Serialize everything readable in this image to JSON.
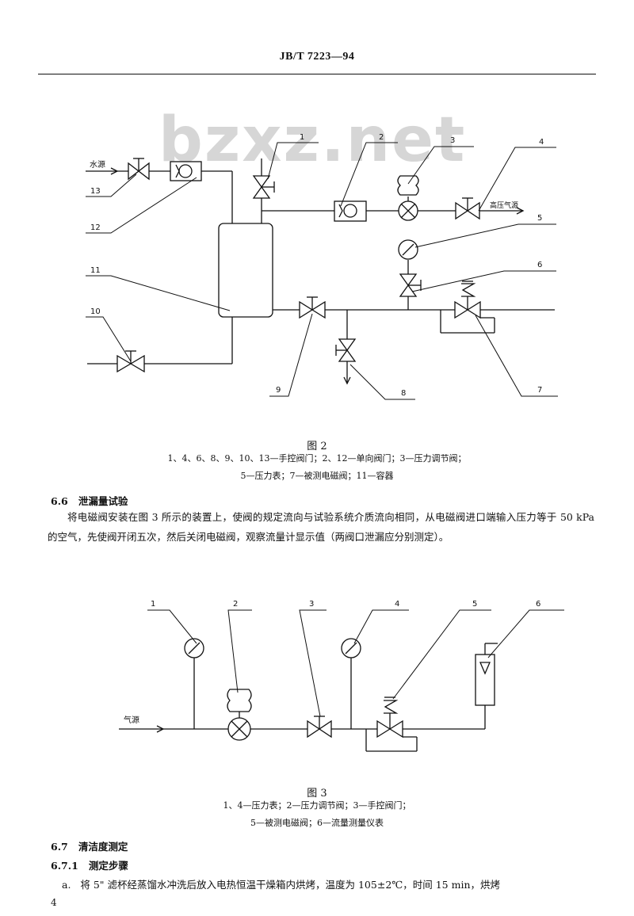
{
  "header": {
    "standard_number": "JB/T 7223—94"
  },
  "watermark": "bzxz.net",
  "figure2": {
    "title": "图 2",
    "legend_line1": "1、4、6、8、9、10、13—手控阀门；2、12—单向阀门；3—压力调节阀；",
    "legend_line2": "5—压力表；7—被测电磁阀；11—容器",
    "labels": {
      "water_source": "水源",
      "high_pressure_gas": "高压气源",
      "n1": "1",
      "n2": "2",
      "n3": "3",
      "n4": "4",
      "n5": "5",
      "n6": "6",
      "n7": "7",
      "n8": "8",
      "n9": "9",
      "n10": "10",
      "n11": "11",
      "n12": "12",
      "n13": "13"
    }
  },
  "section_6_6": {
    "number": "6.6",
    "title": "泄漏量试验",
    "paragraph": "将电磁阀安装在图 3 所示的装置上，使阀的规定流向与试验系统介质流向相同，从电磁阀进口端输入压力等于 50 kPa 的空气，先使阀开闭五次，然后关闭电磁阀，观察流量计显示值（两阀口泄漏应分别测定）。"
  },
  "figure3": {
    "title": "图 3",
    "legend_line1": "1、4—压力表；2—压力调节阀；3—手控阀门；",
    "legend_line2": "5—被测电磁阀；6—流量测量仪表",
    "labels": {
      "gas_source": "气源",
      "n1": "1",
      "n2": "2",
      "n3": "3",
      "n4": "4",
      "n5": "5",
      "n6": "6"
    }
  },
  "section_6_7": {
    "number": "6.7",
    "title": "清洁度测定"
  },
  "section_6_7_1": {
    "number": "6.7.1",
    "title": "测定步骤"
  },
  "item_a": {
    "marker": "a.",
    "text": "将 5\" 滤杯经蒸馏水冲洗后放入电热恒温干燥箱内烘烤，温度为 105±2℃，时间 15 min，烘烤"
  },
  "page_number": "4"
}
